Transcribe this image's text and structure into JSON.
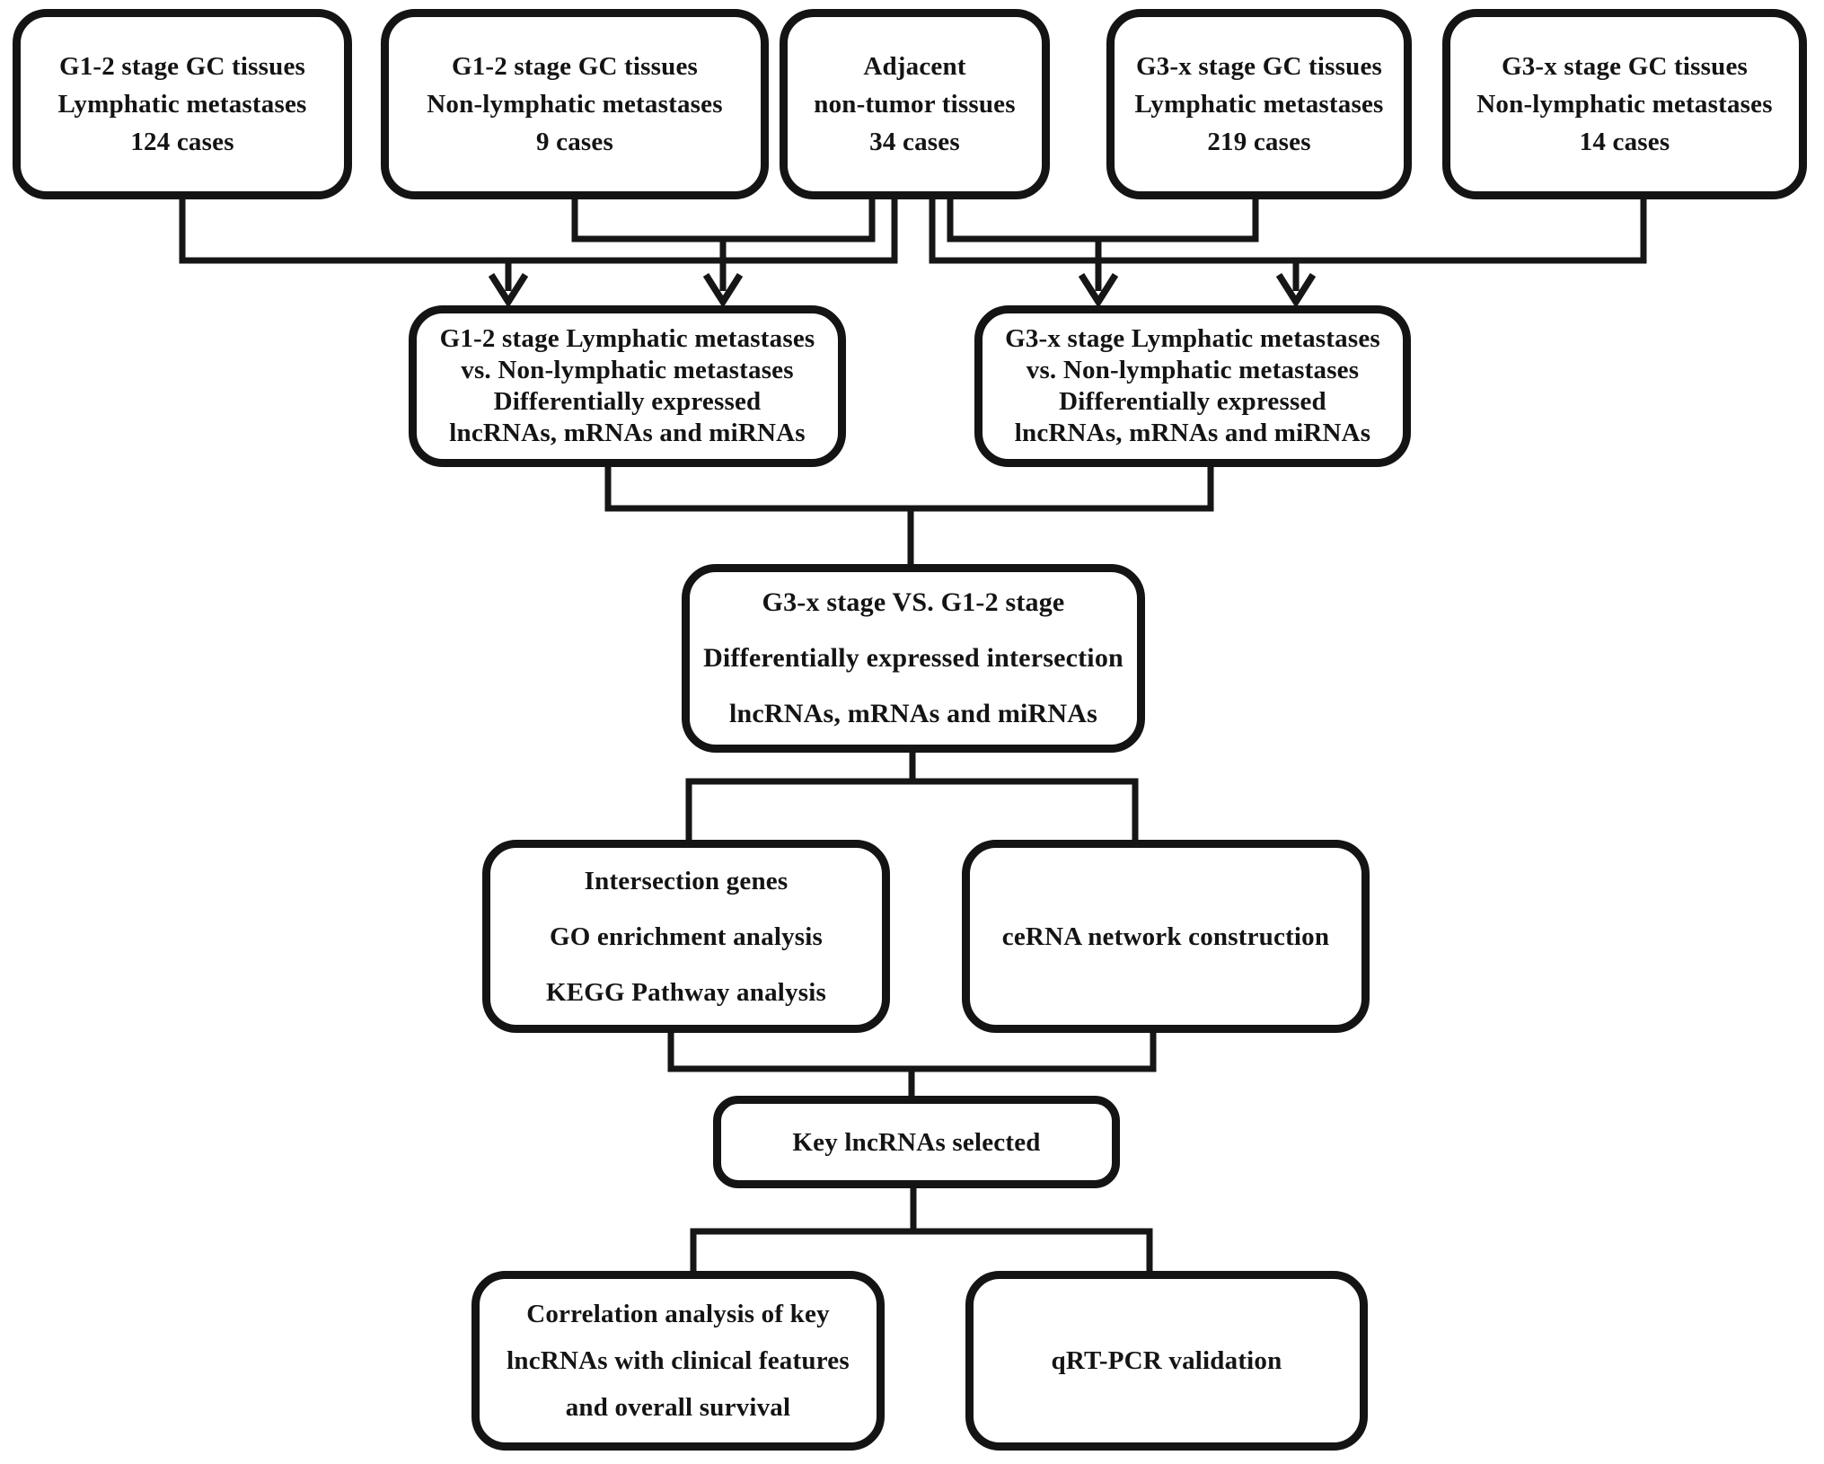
{
  "figure": {
    "type": "flowchart",
    "description": "Study design flowchart for gastric cancer lncRNA analysis"
  },
  "colors": {
    "background": "#ffffff",
    "box_fill": "#ffffff",
    "box_border": "#141414",
    "connector": "#161616",
    "text": "#141414"
  },
  "nodes": {
    "g12_lymphatic": {
      "lines": [
        "G1-2 stage GC tissues",
        "Lymphatic metastases",
        "124 cases"
      ]
    },
    "g12_nonlymphatic": {
      "lines": [
        "G1-2 stage GC tissues",
        "Non-lymphatic metastases",
        "9 cases"
      ]
    },
    "adjacent": {
      "lines": [
        "Adjacent",
        "non-tumor tissues",
        "34 cases"
      ]
    },
    "g3x_lymphatic": {
      "lines": [
        "G3-x stage GC tissues",
        "Lymphatic metastases",
        "219 cases"
      ]
    },
    "g3x_nonlymphatic": {
      "lines": [
        "G3-x stage GC tissues",
        "Non-lymphatic metastases",
        "14 cases"
      ]
    },
    "deg_g12": {
      "lines": [
        "G1-2 stage Lymphatic metastases",
        "vs. Non-lymphatic metastases",
        "Differentially expressed",
        "lncRNAs, mRNAs and miRNAs"
      ]
    },
    "deg_g3x": {
      "lines": [
        "G3-x stage Lymphatic metastases",
        "vs. Non-lymphatic metastases",
        "Differentially expressed",
        "lncRNAs, mRNAs and miRNAs"
      ]
    },
    "intersection": {
      "lines": [
        "G3-x stage VS. G1-2 stage",
        "Differentially expressed intersection",
        "lncRNAs, mRNAs and miRNAs"
      ]
    },
    "go_kegg": {
      "lines": [
        "Intersection genes",
        "GO enrichment analysis",
        "KEGG Pathway analysis"
      ]
    },
    "cerna": {
      "lines": [
        "ceRNA network construction"
      ]
    },
    "key_lncrnas": {
      "lines": [
        "Key lncRNAs selected"
      ]
    },
    "correlation": {
      "lines": [
        "Correlation analysis of key",
        "lncRNAs with clinical features",
        "and overall survival"
      ]
    },
    "qrtpcr": {
      "lines": [
        "qRT-PCR validation"
      ]
    }
  }
}
